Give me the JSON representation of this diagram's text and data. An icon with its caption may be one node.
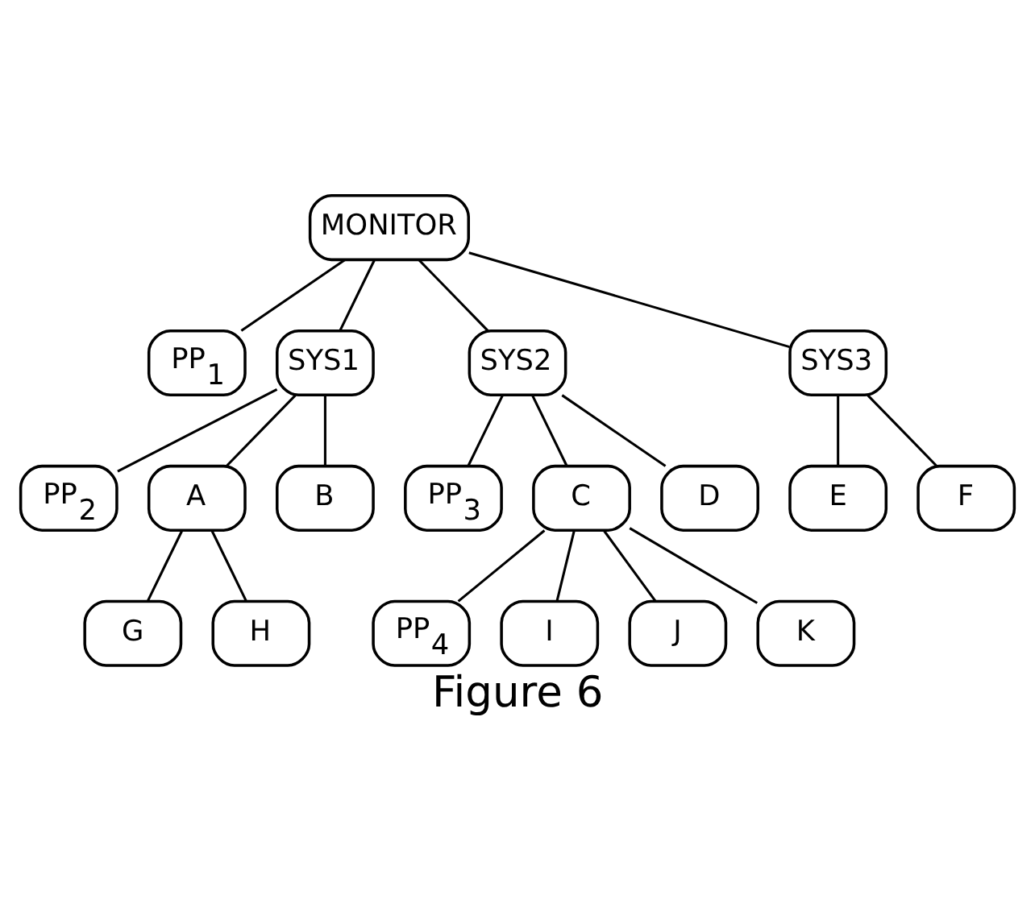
{
  "diagram": {
    "caption": "Figure 6",
    "nodes": [
      {
        "text": [
          "MONITOR"
        ]
      },
      {
        "text": [
          "PP$_{1}$"
        ]
      },
      {
        "text": [
          "SYS1"
        ]
      },
      {
        "text": [
          "SYS2"
        ]
      },
      {
        "text": [
          "SYS3"
        ]
      },
      {
        "text": [
          "PP$_{2}$"
        ]
      },
      {
        "text": [
          "A"
        ]
      },
      {
        "text": [
          "B"
        ]
      },
      {
        "text": [
          "PP$_{3}$"
        ]
      },
      {
        "text": [
          "C"
        ]
      },
      {
        "text": [
          "D"
        ]
      },
      {
        "text": [
          "E"
        ]
      },
      {
        "text": [
          "F"
        ]
      },
      {
        "text": [
          "G"
        ]
      },
      {
        "text": [
          "H"
        ]
      },
      {
        "text": [
          "PP$_{4}$"
        ]
      },
      {
        "text": [
          "I"
        ]
      },
      {
        "text": [
          "J"
        ]
      },
      {
        "text": [
          "K"
        ]
      }
    ],
    "edges": [
      {
        "from": 0,
        "to": 1,
        "arrow": "none"
      },
      {
        "from": 0,
        "to": 2,
        "arrow": "none"
      },
      {
        "from": 0,
        "to": 3,
        "arrow": "none"
      },
      {
        "from": 0,
        "to": 4,
        "arrow": "none"
      },
      {
        "from": 2,
        "to": 5,
        "arrow": "none"
      },
      {
        "from": 2,
        "to": 6,
        "arrow": "none"
      },
      {
        "from": 2,
        "to": 7,
        "arrow": "none"
      },
      {
        "from": 3,
        "to": 8,
        "arrow": "none"
      },
      {
        "from": 3,
        "to": 9,
        "arrow": "none"
      },
      {
        "from": 3,
        "to": 10,
        "arrow": "none"
      },
      {
        "from": 4,
        "to": 11,
        "arrow": "none"
      },
      {
        "from": 4,
        "to": 12,
        "arrow": "none"
      },
      {
        "from": 6,
        "to": 13,
        "arrow": "none"
      },
      {
        "from": 6,
        "to": 14,
        "arrow": "none"
      },
      {
        "from": 9,
        "to": 15,
        "arrow": "none"
      },
      {
        "from": 9,
        "to": 16,
        "arrow": "none"
      },
      {
        "from": 9,
        "to": 17,
        "arrow": "none"
      },
      {
        "from": 9,
        "to": 18,
        "arrow": "none"
      }
    ]
  }
}
